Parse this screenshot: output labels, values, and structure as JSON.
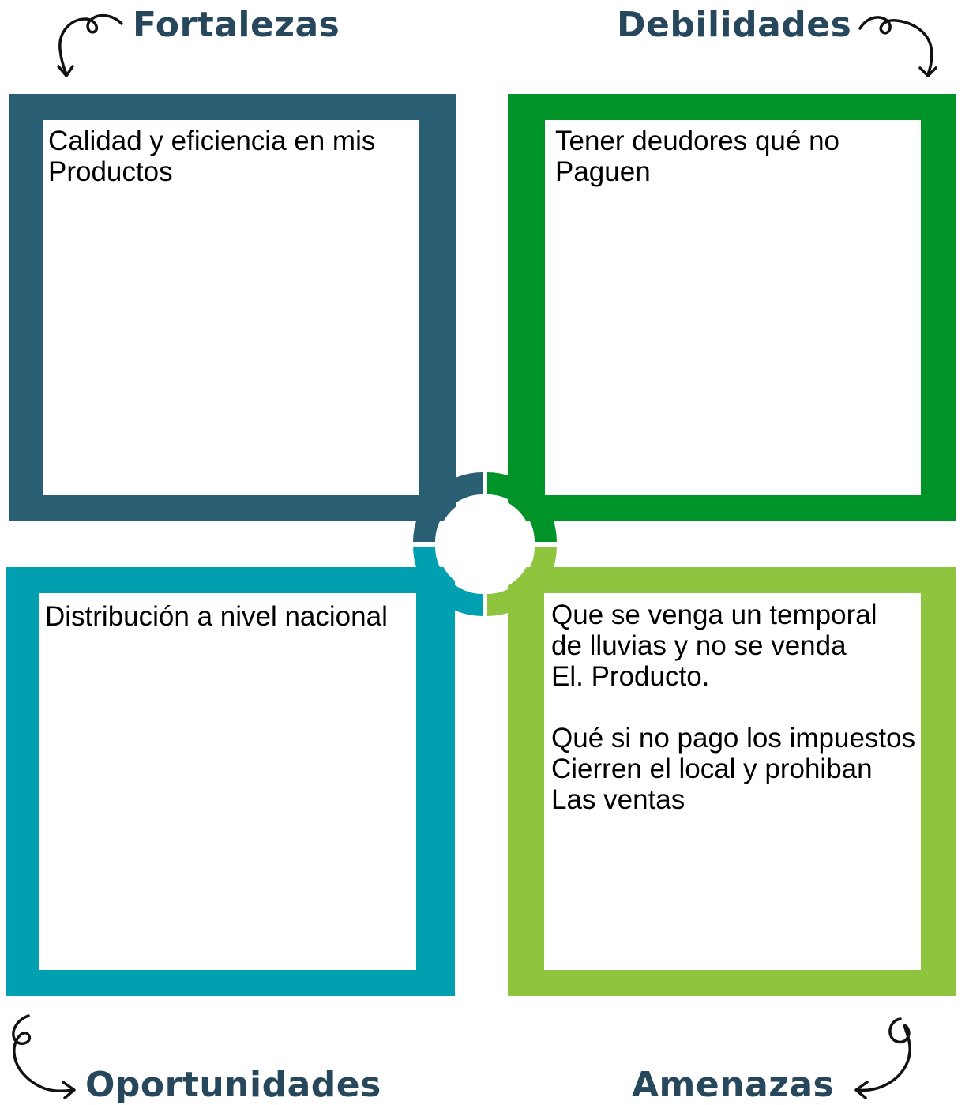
{
  "colors": {
    "heading": "#27485c",
    "fortalezas": "#295e73",
    "debilidades": "#009428",
    "oportunidades": "#00a0b0",
    "amenazas": "#8fc43f",
    "hub_background": "#ffffff"
  },
  "quadrants": {
    "fortalezas": {
      "heading": "Fortalezas",
      "text": "Calidad y eficiencia en mis\nProductos"
    },
    "debilidades": {
      "heading": "Debilidades",
      "text": "Tener deudores qué no\nPaguen"
    },
    "oportunidades": {
      "heading": "Oportunidades",
      "text": "Distribución a nivel nacional"
    },
    "amenazas": {
      "heading": "Amenazas",
      "text": "Que se venga un temporal\nde lluvias y no se venda\nEl. Producto.\n\nQué si no pago los impuestos\nCierren el local y prohiban\nLas ventas"
    }
  },
  "icons": [
    "curly-arrow-icon",
    "lightbulb-icon"
  ]
}
